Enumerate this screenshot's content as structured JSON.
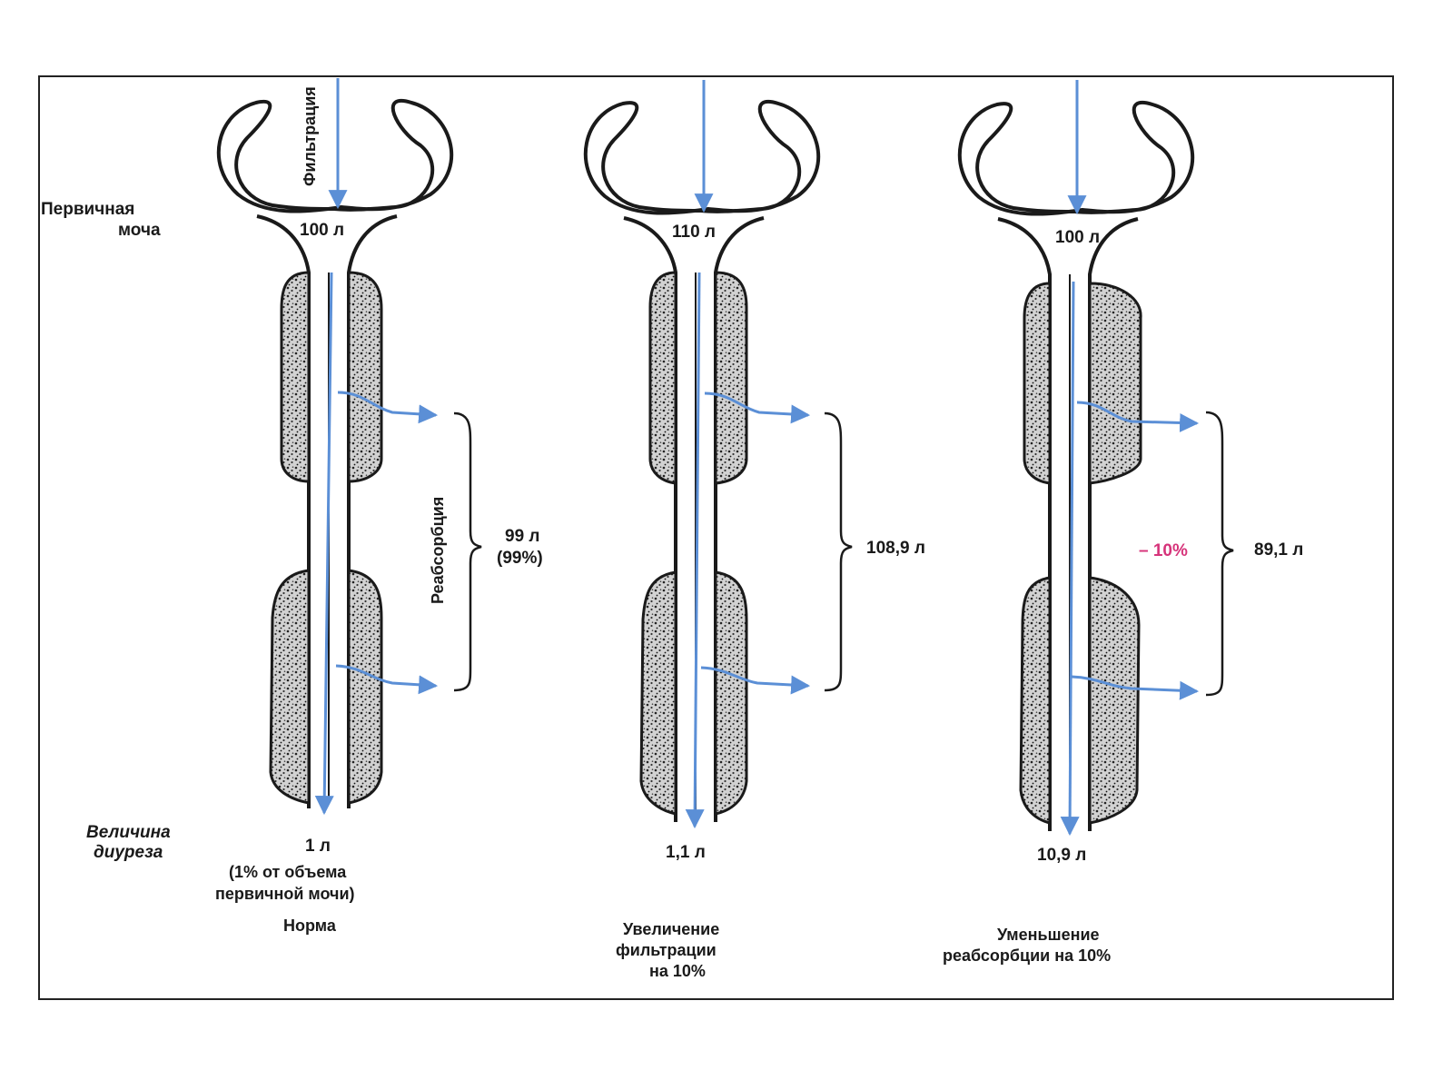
{
  "labels": {
    "primary_urine": [
      "Первичная",
      "моча"
    ],
    "diuresis": [
      "Величина",
      "диуреза"
    ],
    "filtration": "Фильтрация",
    "reabsorption": "Реабсорбция"
  },
  "columns": [
    {
      "filtration_volume": "100 л",
      "reabsorption_volume": "99 л",
      "reabsorption_percent": "(99%)",
      "output_volume": "1 л",
      "output_note": [
        "(1% от объема",
        "первичной мочи)"
      ],
      "caption": [
        "Норма"
      ]
    },
    {
      "filtration_volume": "110 л",
      "reabsorption_volume": "108,9 л",
      "output_volume": "1,1 л",
      "caption": [
        "Увеличение",
        "фильтрации",
        "на 10%"
      ]
    },
    {
      "filtration_volume": "100 л",
      "reabsorption_change": "– 10%",
      "reabsorption_volume": "89,1 л",
      "output_volume": "10,9 л",
      "caption": [
        "Уменьшение",
        "реабсорбции на 10%"
      ]
    }
  ],
  "colors": {
    "arrow": "#5b8fd6",
    "outline": "#1a1a1a",
    "change_text": "#d6337a"
  }
}
